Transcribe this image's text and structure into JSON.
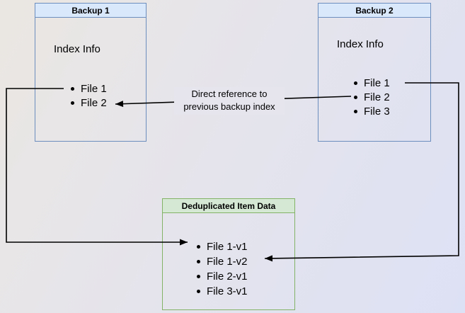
{
  "diagram": {
    "background": {
      "gradient_from": "#eae7e2",
      "gradient_to": "#dde1f5"
    },
    "nodes": {
      "backup1": {
        "title": "Backup 1",
        "body_label": "Index Info",
        "items": [
          "File 1",
          "File 2"
        ],
        "header_fill": "#dae8fc",
        "border_color": "#6c8ebf"
      },
      "backup2": {
        "title": "Backup 2",
        "body_label": "Index Info",
        "items": [
          "File 1",
          "File 2",
          "File 3"
        ],
        "header_fill": "#dae8fc",
        "border_color": "#6c8ebf"
      },
      "dedup": {
        "title": "Deduplicated Item Data",
        "items": [
          "File 1-v1",
          "File 1-v2",
          "File 2-v1",
          "File 3-v1"
        ],
        "header_fill": "#d5e8d4",
        "border_color": "#82b366"
      }
    },
    "edges": {
      "direct_reference": {
        "label": [
          "Direct reference to",
          "previous backup index"
        ],
        "color": "#000000"
      },
      "backup1_file1_to_dedup": {
        "color": "#000000"
      },
      "backup2_file1_to_dedup": {
        "color": "#000000"
      }
    }
  }
}
